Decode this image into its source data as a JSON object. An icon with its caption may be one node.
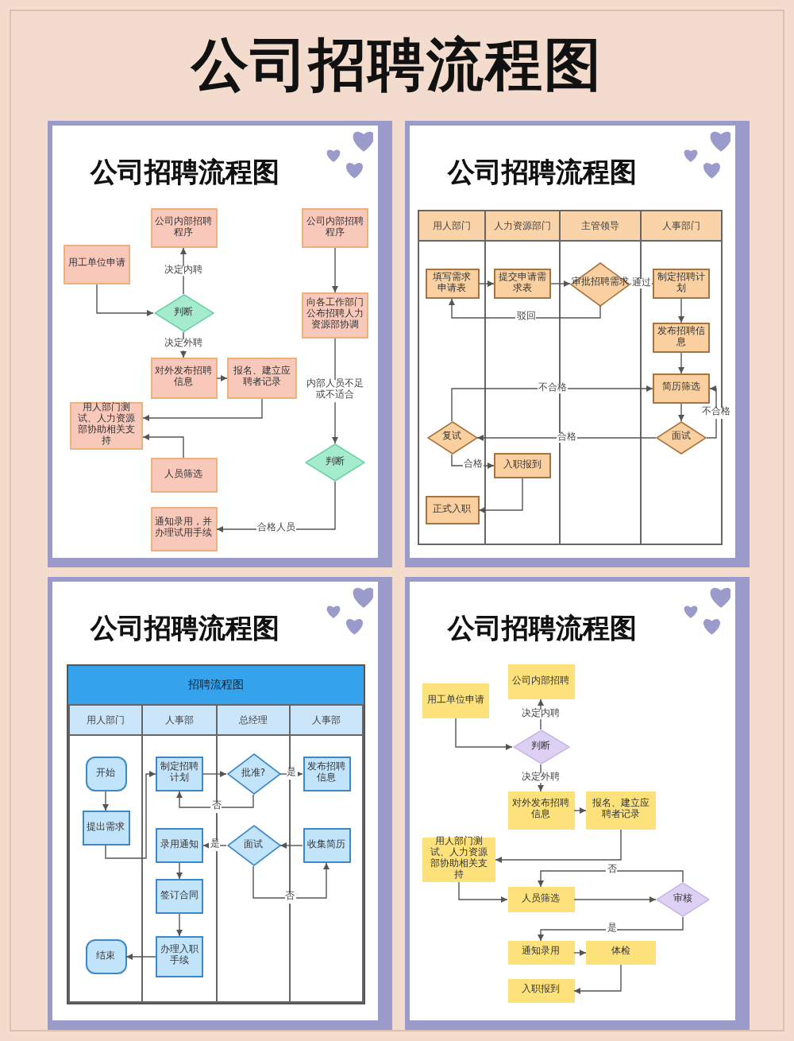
{
  "diagram": {
    "title": "公司招聘流程图",
    "nodes": [
      {
        "text": [
          "公司招聘流程图"
        ]
      },
      {
        "text": [
          "公司内部招聘程序"
        ],
        "in": 0
      },
      {
        "text": [
          "公司内部招聘程序"
        ],
        "in": 0
      },
      {
        "text": [
          "用工单位申请"
        ],
        "in": 0
      },
      {
        "text": [
          "判断"
        ],
        "in": 0
      },
      {
        "text": [
          "向各工作部门公布招聘人力资源部协调"
        ],
        "in": 0
      },
      {
        "text": [
          "对外发布招聘信息"
        ],
        "in": 0
      },
      {
        "text": [
          "报名、建立应聘者记录"
        ],
        "in": 0
      },
      {
        "text": [
          "用人部门测试、人力资源部协助相关支持"
        ],
        "in": 0
      },
      {
        "text": [
          "判断"
        ],
        "in": 0
      },
      {
        "text": [
          "人员筛选"
        ],
        "in": 0
      },
      {
        "text": [
          "通知录用，并办理试用手续"
        ],
        "in": 0
      },
      {
        "text": [
          "公司招聘流程图"
        ]
      },
      {
        "text": [
          "用人部门"
        ],
        "in": 12
      },
      {
        "text": [
          "人力资源部门"
        ],
        "in": 12
      },
      {
        "text": [
          "主管领导"
        ],
        "in": 12
      },
      {
        "text": [
          "人事部门"
        ],
        "in": 12
      },
      {
        "text": [
          "填写需求申请表"
        ],
        "in": 13
      },
      {
        "text": [
          "提交申请需求表"
        ],
        "in": 14
      },
      {
        "text": [
          "审批招聘需求"
        ],
        "in": 15
      },
      {
        "text": [
          "制定招聘计划"
        ],
        "in": 16
      },
      {
        "text": [
          "发布招聘信息"
        ],
        "in": 16
      },
      {
        "text": [
          "简历筛选"
        ],
        "in": 16
      },
      {
        "text": [
          "复试"
        ],
        "in": 13
      },
      {
        "text": [
          "面试"
        ],
        "in": 16
      },
      {
        "text": [
          "入职报到"
        ],
        "in": 14
      },
      {
        "text": [
          "正式入职"
        ],
        "in": 13
      },
      {
        "text": [
          "公司招聘流程图"
        ]
      },
      {
        "text": [
          "招聘流程图"
        ],
        "in": 27
      },
      {
        "text": [
          "用人部门"
        ],
        "in": 28
      },
      {
        "text": [
          "人事部"
        ],
        "in": 28
      },
      {
        "text": [
          "总经理"
        ],
        "in": 28
      },
      {
        "text": [
          "人事部"
        ],
        "in": 28
      },
      {
        "text": [
          "开始"
        ],
        "in": 29
      },
      {
        "text": [
          "制定招聘计划"
        ],
        "in": 30
      },
      {
        "text": [
          "批准?"
        ],
        "in": 31
      },
      {
        "text": [
          "发布招聘信息"
        ],
        "in": 32
      },
      {
        "text": [
          "提出需求"
        ],
        "in": 29
      },
      {
        "text": [
          "录用通知"
        ],
        "in": 30
      },
      {
        "text": [
          "面试"
        ],
        "in": 31
      },
      {
        "text": [
          "收集简历"
        ],
        "in": 32
      },
      {
        "text": [
          "签订合同"
        ],
        "in": 30
      },
      {
        "text": [
          "结束"
        ],
        "in": 29
      },
      {
        "text": [
          "办理入职手续"
        ],
        "in": 30
      },
      {
        "text": [
          "公司招聘流程图"
        ]
      },
      {
        "text": [
          "公司内部招聘"
        ],
        "in": 44
      },
      {
        "text": [
          "用工单位申请"
        ],
        "in": 44
      },
      {
        "text": [
          "判断"
        ],
        "in": 44
      },
      {
        "text": [
          "对外发布招聘信息"
        ],
        "in": 44
      },
      {
        "text": [
          "报名、建立应聘者记录"
        ],
        "in": 44
      },
      {
        "text": [
          "用人部门测试、人力资源部协助相关支持"
        ],
        "in": 44
      },
      {
        "text": [
          "人员筛选"
        ],
        "in": 44
      },
      {
        "text": [
          "审核"
        ],
        "in": 44
      },
      {
        "text": [
          "通知录用"
        ],
        "in": 44
      },
      {
        "text": [
          "体检"
        ],
        "in": 44
      },
      {
        "text": [
          "入职报到"
        ],
        "in": 44
      }
    ],
    "edges": [
      {
        "from": 3,
        "to": 4,
        "arrow": "to"
      },
      {
        "from": 4,
        "to": 1,
        "arrow": "to",
        "label": "决定内聘"
      },
      {
        "from": 4,
        "to": 6,
        "arrow": "to",
        "label": "决定外聘"
      },
      {
        "from": 6,
        "to": 7,
        "arrow": "to"
      },
      {
        "from": 7,
        "to": 8,
        "arrow": "to"
      },
      {
        "from": 10,
        "to": 8,
        "arrow": "to"
      },
      {
        "from": 2,
        "to": 5,
        "arrow": "to"
      },
      {
        "from": 5,
        "to": 9,
        "arrow": "to",
        "label": "内部人员不足或不适合"
      },
      {
        "from": 9,
        "to": 11,
        "arrow": "to",
        "label": "合格人员"
      },
      {
        "from": 17,
        "to": 18,
        "arrow": "to"
      },
      {
        "from": 18,
        "to": 19,
        "arrow": "to"
      },
      {
        "from": 19,
        "to": 20,
        "arrow": "to",
        "label": "通过"
      },
      {
        "from": 19,
        "to": 17,
        "arrow": "to",
        "label": "驳回"
      },
      {
        "from": 20,
        "to": 21,
        "arrow": "to"
      },
      {
        "from": 21,
        "to": 22,
        "arrow": "to"
      },
      {
        "from": 22,
        "to": 24,
        "arrow": "to"
      },
      {
        "from": 24,
        "to": 22,
        "arrow": "to",
        "label": "不合格"
      },
      {
        "from": 24,
        "to": 23,
        "arrow": "to",
        "label": "合格"
      },
      {
        "from": 23,
        "to": 22,
        "arrow": "to",
        "label": "不合格"
      },
      {
        "from": 23,
        "to": 25,
        "arrow": "to",
        "label": "合格"
      },
      {
        "from": 25,
        "to": 26,
        "arrow": "to"
      },
      {
        "from": 33,
        "to": 37,
        "arrow": "to"
      },
      {
        "from": 37,
        "to": 34,
        "arrow": "to"
      },
      {
        "from": 34,
        "to": 35,
        "arrow": "to"
      },
      {
        "from": 35,
        "to": 36,
        "arrow": "to",
        "label": "是"
      },
      {
        "from": 35,
        "to": 34,
        "arrow": "to",
        "label": "否"
      },
      {
        "from": 40,
        "to": 39,
        "arrow": "to"
      },
      {
        "from": 39,
        "to": 38,
        "arrow": "to",
        "label": "是"
      },
      {
        "from": 39,
        "to": 40,
        "arrow": "to",
        "label": "否"
      },
      {
        "from": 38,
        "to": 41,
        "arrow": "to"
      },
      {
        "from": 41,
        "to": 43,
        "arrow": "to"
      },
      {
        "from": 43,
        "to": 42,
        "arrow": "to"
      },
      {
        "from": 46,
        "to": 47,
        "arrow": "to"
      },
      {
        "from": 47,
        "to": 45,
        "arrow": "to",
        "label": "决定内聘"
      },
      {
        "from": 47,
        "to": 48,
        "arrow": "to",
        "label": "决定外聘"
      },
      {
        "from": 48,
        "to": 49,
        "arrow": "to"
      },
      {
        "from": 49,
        "to": 50,
        "arrow": "to"
      },
      {
        "from": 50,
        "to": 51,
        "arrow": "to"
      },
      {
        "from": 51,
        "to": 52,
        "arrow": "to"
      },
      {
        "from": 52,
        "to": 51,
        "arrow": "to",
        "label": "否"
      },
      {
        "from": 52,
        "to": 53,
        "arrow": "to",
        "label": "是"
      },
      {
        "from": 53,
        "to": 54,
        "arrow": "to"
      },
      {
        "from": 54,
        "to": 55,
        "arrow": "to"
      }
    ]
  }
}
